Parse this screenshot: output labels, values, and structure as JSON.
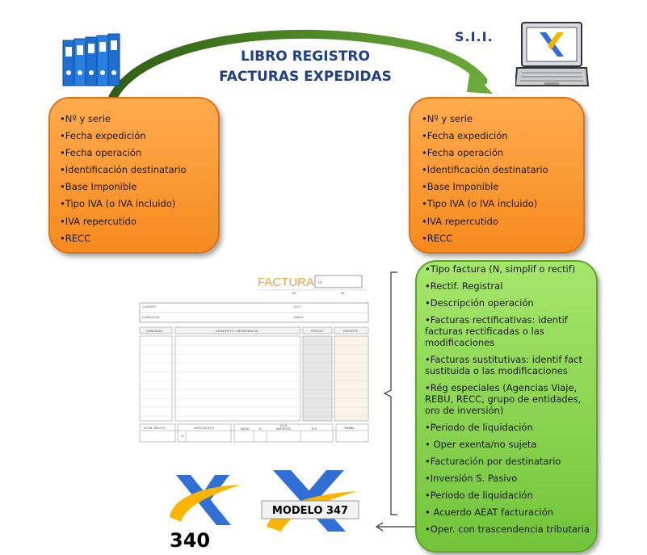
{
  "title": {
    "line1": "LIBRO REGISTRO",
    "line2": "FACTURAS EXPEDIDAS"
  },
  "sii_label": "S.I.I.",
  "icons": {
    "binders": "binders-icon",
    "laptop": "laptop-aeat-icon",
    "aeat_340": "aeat-logo-340",
    "aeat_347": "aeat-logo-347"
  },
  "left_box": {
    "items": [
      "•Nº y serie",
      "•Fecha expedición",
      "•Fecha operación",
      "•Identificación destinatario",
      "•Base Imponible",
      "•Tipo IVA (o IVA incluido)",
      "•IVA repercutido",
      "•RECC"
    ]
  },
  "right_box": {
    "items": [
      "•Nº y serie",
      "•Fecha expedición",
      "•Fecha operación",
      "•Identificación destinatario",
      "•Base Imponible",
      "•Tipo IVA (o IVA incluido)",
      "•IVA repercutido",
      "•RECC"
    ]
  },
  "green_box": {
    "items": [
      "•Tipo factura (N, simplif o rectif)",
      "•Rectif. Registral",
      "•Descripción operación",
      "•Facturas rectificativas: identif facturas rectificadas o las modificaciones",
      "•Facturas sustitutivas: identif fact sustituida o las modificaciones",
      "•Rég especiales (Agencias Viaje, REBU, RECC, grupo de entidades, oro de inversión)",
      "•Periodo de liquidación",
      "• Oper exenta/no sujeta",
      "•Facturación por destinatario",
      "•Inversión S. Pasivo",
      "•Periodo de liquidación",
      "• Acuerdo AEAT facturación",
      "•Oper. con trascendencia tributaria"
    ]
  },
  "invoice": {
    "title": "FACTURA",
    "number_label": "Nº",
    "de1": "de",
    "de2": "de",
    "cliente": "CLIENTE:",
    "nif": "N.I.F.:",
    "domicilio": "DOMICILIO:",
    "pago": "PAGO:",
    "cantidad": "CANTIDAD",
    "concepto": "CONCEPTO - REFERENCIA",
    "precio": "PRECIO",
    "importe": "IMPORTE",
    "total_bruto": "TOTAL BRUTO",
    "descuento": "DESCUENTO",
    "pct": "%",
    "iva": "I.V.A.",
    "base": "BASE",
    "pct2": "%",
    "importe2": "IMPORTE",
    "re": "R.E.",
    "total": "TOTAL"
  },
  "logos": {
    "code_340": "340",
    "modelo_347": "MODELO 347"
  },
  "colors": {
    "title_blue": "#1f3f86",
    "orange": "#f58a1e",
    "green": "#76c043",
    "arrow_green": "#4a7a22",
    "aeat_blue": "#2f6fd6",
    "aeat_yellow": "#f7b500"
  }
}
